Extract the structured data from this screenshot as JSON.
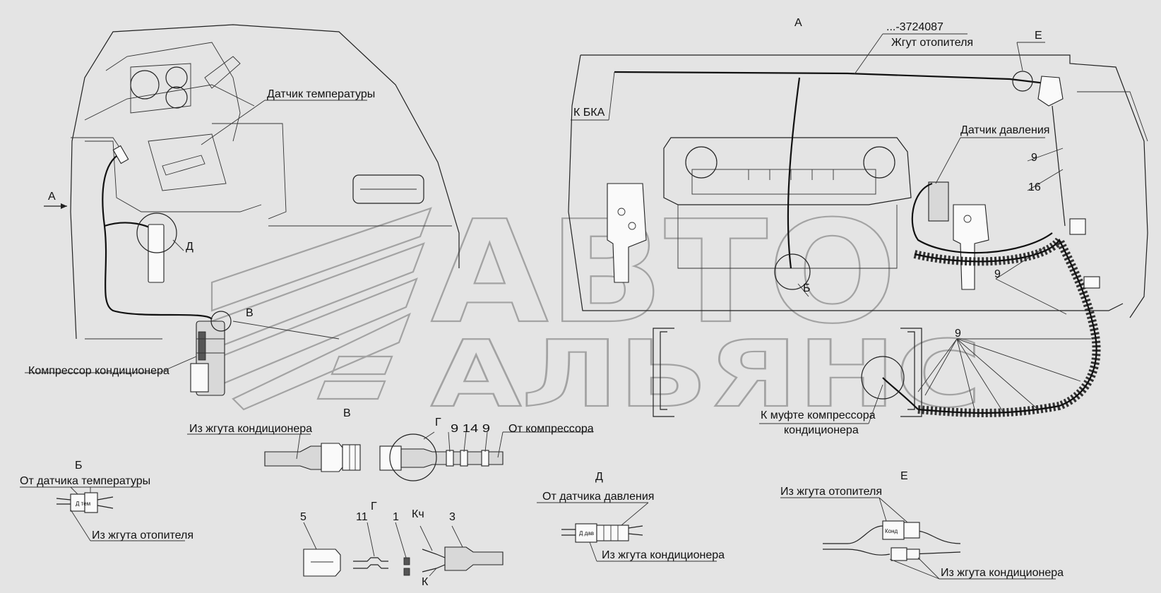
{
  "labels": {
    "view_a_title": "А",
    "harness_number": "...-3724087",
    "heater_harness": "Жгут отопителя",
    "view_e_marker": "Е",
    "to_bka": "К БКА",
    "pressure_sensor": "Датчик давления",
    "callout_9_a": "9",
    "callout_16": "16",
    "callout_9_b": "9",
    "callout_9_c": "9",
    "view_b_marker": "Б",
    "to_compressor_clutch_1": "К муфте компрессора",
    "to_compressor_clutch_2": "кондиционера",
    "temperature_sensor": "Датчик температуры",
    "arrow_a": "А",
    "view_d_marker": "Д",
    "view_v_marker_top": "В",
    "compressor": "Компрессор кондиционера",
    "view_v_marker_bottom": "В",
    "from_ac_harness_g": "Из жгута кондиционера",
    "view_g_marker": "Г",
    "g_callouts": "9 14 9",
    "from_compressor": "От компрессора",
    "view_b_title": "Б",
    "from_temperature_sensor": "От датчика температуры",
    "from_heater_harness_b": "Из жгута отопителя",
    "view_g_title": "Г",
    "part_5": "5",
    "part_11": "11",
    "part_1": "1",
    "part_kch": "Кч",
    "part_3": "3",
    "part_k": "К",
    "view_d_title": "Д",
    "from_pressure_sensor": "От датчика давления",
    "from_ac_harness_d": "Из жгута кондиционера",
    "view_e_title": "Е",
    "from_heater_harness_e": "Из жгута отопителя",
    "from_ac_harness_e": "Из жгута кондиционера",
    "connector_text_b": "Д тем",
    "connector_text_d": "Д дав",
    "connector_text_e": "Конд"
  },
  "watermark": {
    "line1": "АВТО",
    "line2": "АЛЬЯНС"
  },
  "colors": {
    "background": "#e4e4e4",
    "line": "#222222",
    "watermark": "#6e6e6e"
  }
}
